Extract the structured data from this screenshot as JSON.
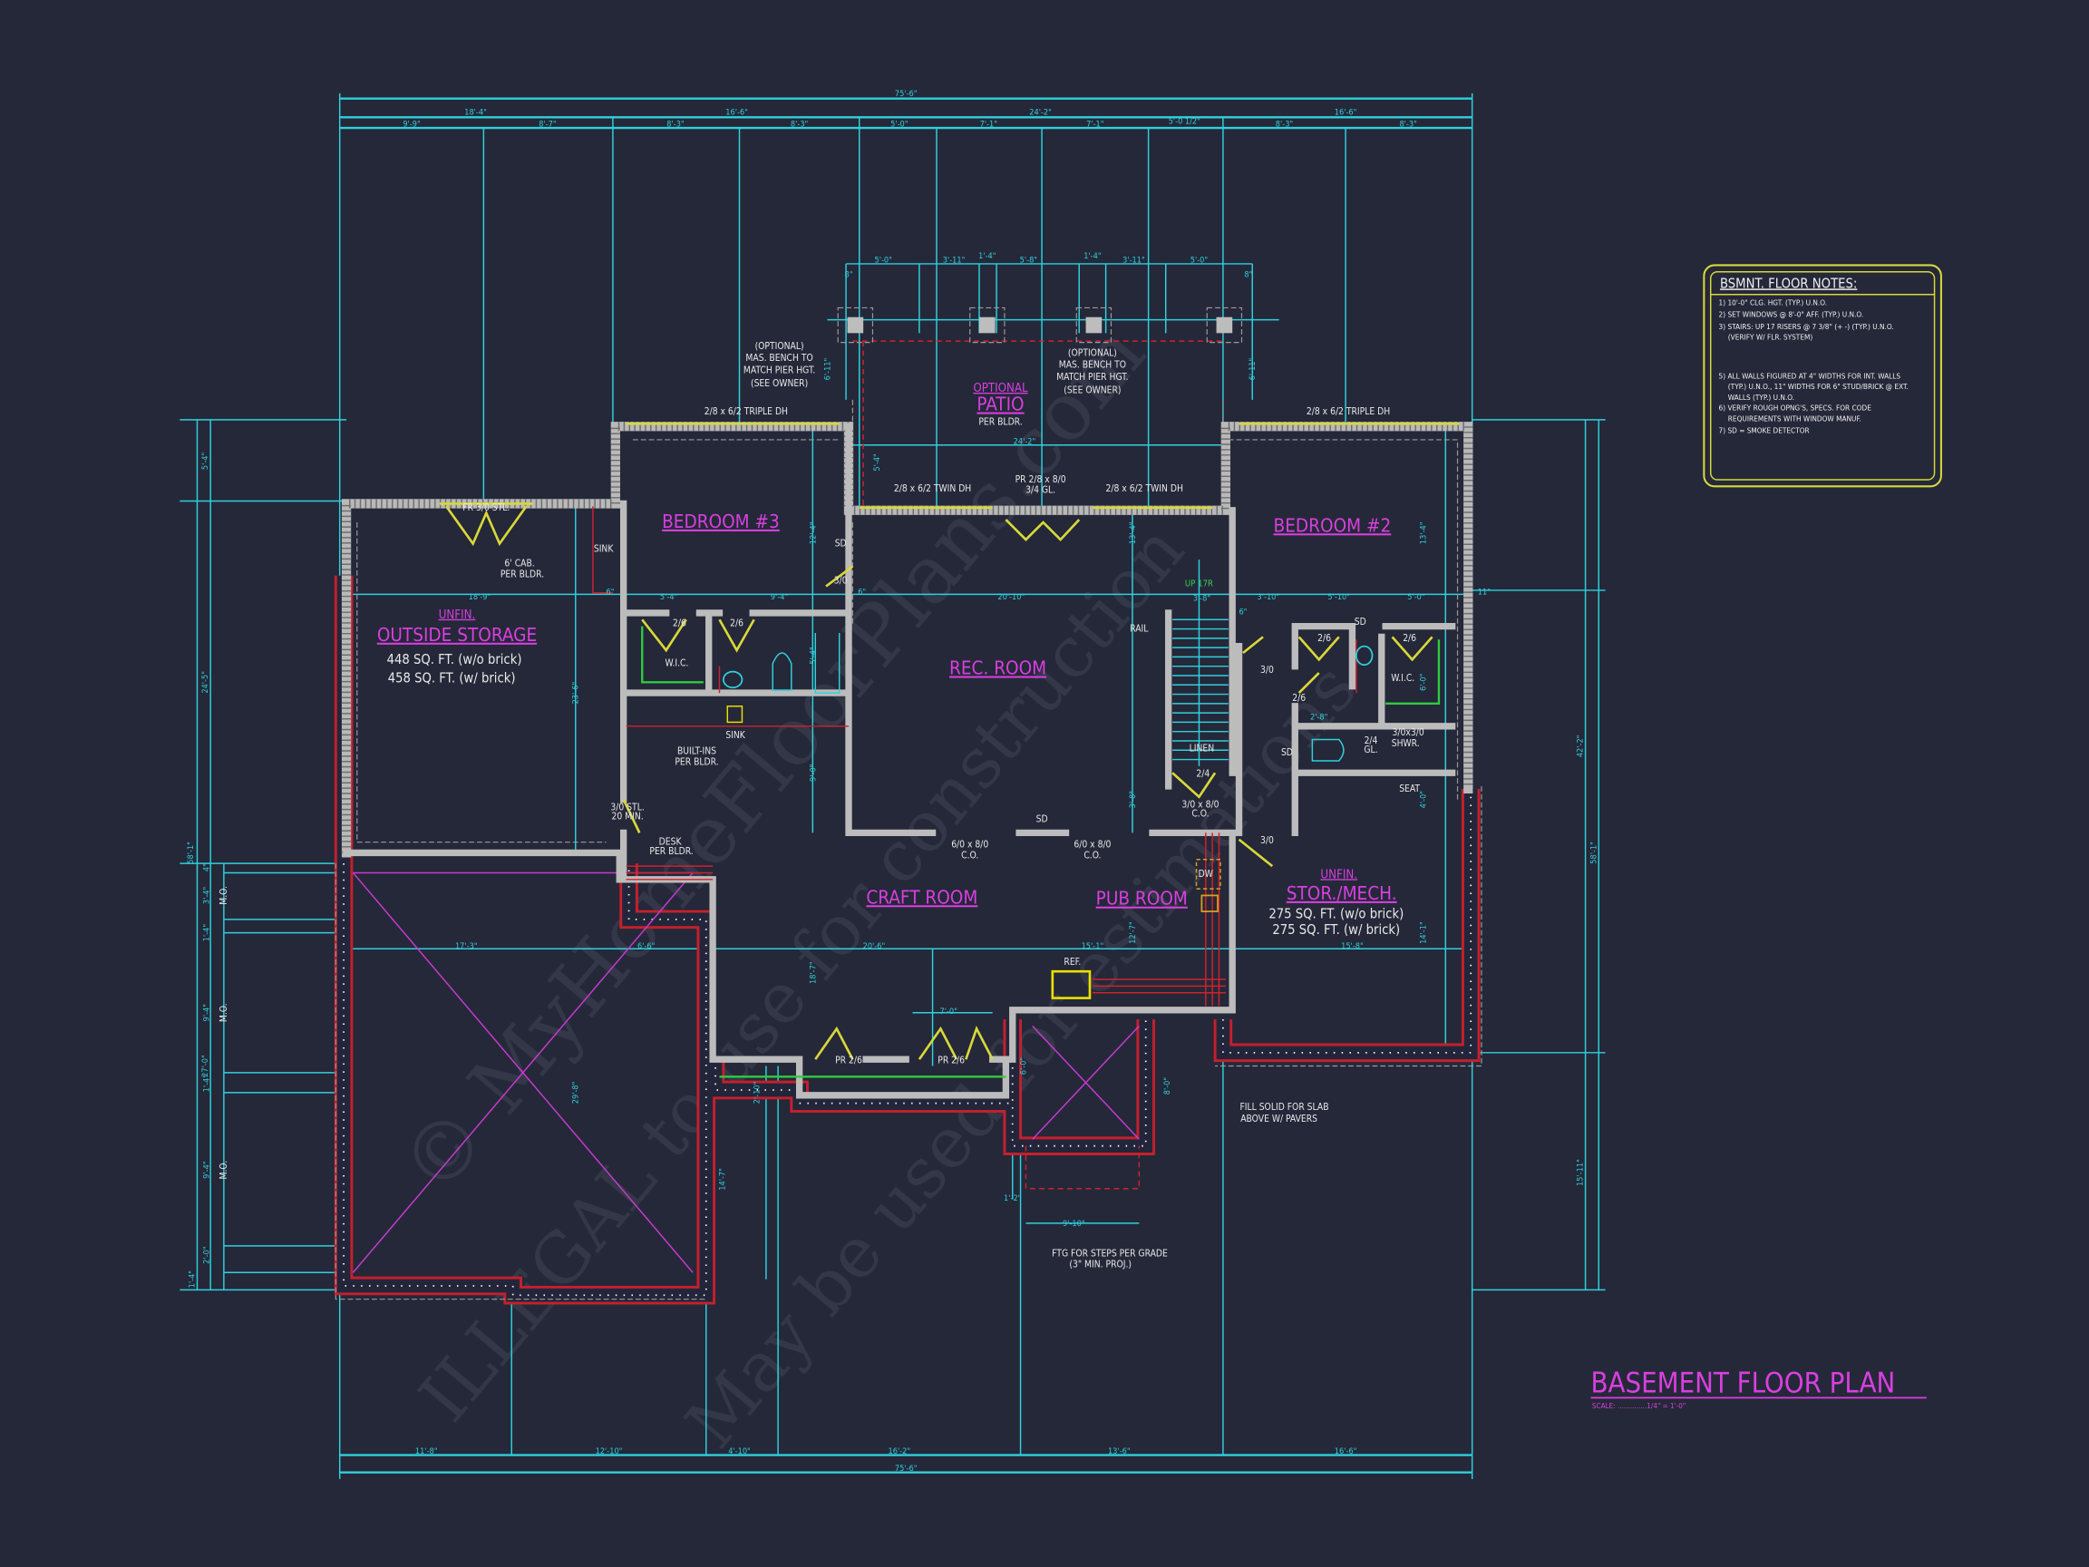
{
  "title": {
    "text": "BASEMENT FLOOR PLAN",
    "scale": "SCALE: ..............1/4\" = 1'-0\""
  },
  "notes": {
    "heading": "BSMNT. FLOOR NOTES:",
    "lines": [
      "1) 10'-0\"  CLG. HGT. (TYP.) U.N.O.",
      "2) SET WINDOWS @ 8'-0\" AFF. (TYP.) U.N.O.",
      "3) STAIRS: UP 17 RISERS @ 7 3/8\" (+ -)  (TYP.) U.N.O.",
      "(VERIFY W/ FLR. SYSTEM)",
      "5) ALL WALLS FIGURED AT 4\" WIDTHS FOR INT. WALLS",
      "(TYP.) U.N.O., 11\" WIDTHS FOR 6\" STUD/BRICK @ EXT.",
      "WALLS (TYP.) U.N.O.",
      "6) VERIFY ROUGH OPNG'S, SPECS. FOR CODE",
      "REQUIREMENTS WITH WINDOW MANUF.",
      "7) SD = SMOKE DETECTOR"
    ]
  },
  "rooms": {
    "bedroom3": "BEDROOM #3",
    "bedroom2": "BEDROOM #2",
    "rec": "REC. ROOM",
    "craft": "CRAFT ROOM",
    "pub": "PUB ROOM",
    "storage_unfin": "UNFIN.",
    "storage": "OUTSIDE STORAGE",
    "storage_sf1": "448 SQ. FT. (w/o brick)",
    "storage_sf2": "458 SQ. FT. (w/ brick)",
    "mech_unfin": "UNFIN.",
    "mech": "STOR./MECH.",
    "mech_sf1": "275 SQ. FT. (w/o brick)",
    "mech_sf2": "275 SQ. FT. (w/ brick)",
    "patio1": "OPTIONAL",
    "patio2": "PATIO",
    "patio3": "PER BLDR.",
    "linen": "LINEN",
    "wic1": "W.I.C.",
    "wic2": "W.I.C.",
    "stairs": "UP 17R"
  },
  "labels": {
    "triple_dh_l": "2/8 x 6/2 TRIPLE DH",
    "triple_dh_r": "2/8 x 6/2 TRIPLE DH",
    "twin_dh_l": "2/8 x 6/2 TWIN DH",
    "twin_dh_r": "2/8 x 6/2 TWIN DH",
    "pr_door1": "PR 2/8 x 8/0",
    "pr_door2": "3/4 GL.",
    "fr_stl": "FR 3/0 STL.",
    "sink1": "SINK",
    "cab1": "6' CAB.",
    "cab2": "PER BLDR.",
    "bench_l": [
      "(OPTIONAL)",
      "MAS. BENCH TO",
      "MATCH PIER HGT.",
      "(SEE OWNER)"
    ],
    "bench_r": [
      "(OPTIONAL)",
      "MAS. BENCH TO",
      "MATCH PIER HGT.",
      "(SEE OWNER)"
    ],
    "d26a": "2/6",
    "d26b": "2/6",
    "d26c": "2/6",
    "d26d": "2/6",
    "d26e": "2/6",
    "sink2": "SINK",
    "builtins1": "BUILT-INS",
    "builtins2": "PER BLDR.",
    "stl1": "3/0 STL.",
    "stl2": "20 MIN.",
    "desk1": "DESK",
    "desk2": "PER BLDR.",
    "d30a": "3/0",
    "d30b": "3/0",
    "d30c": "3/0",
    "sd1": "SD",
    "sd2": "SD",
    "sd3": "SD",
    "sd4": "SD",
    "rail": "RAIL",
    "d24": "2/4",
    "d24gl1": "2/4",
    "d24gl2": "GL.",
    "shwr1": "3/0x3/0",
    "shwr2": "SHWR.",
    "co1a": "3/0 x 8/0",
    "co1b": "C.O.",
    "co2a": "6/0 x 8/0",
    "co2b": "C.O.",
    "co3a": "6/0 x 8/0",
    "co3b": "C.O.",
    "seat": "SEAT",
    "dw": "DW",
    "ref": "REF.",
    "pr26a": "PR 2/6",
    "pr26b": "PR 2/6",
    "fill1": "FILL SOLID FOR SLAB",
    "fill2": "ABOVE W/ PAVERS",
    "ftg1": "FTG FOR STEPS PER GRADE",
    "ftg2": "(3\" MIN. PROJ.)",
    "mo1": "M.O.",
    "mo2": "M.O.",
    "mo3": "M.O."
  },
  "dims": {
    "top_overall": "75'-6\"",
    "top_row2": [
      "18'-4\"",
      "16'-6\"",
      "24'-2\"",
      "16'-6\""
    ],
    "top_row3": [
      "9'-9\"",
      "8'-7\"",
      "8'-3\"",
      "8'-3\"",
      "5'-0\"",
      "7'-1\"",
      "7'-1\"",
      "5'-0 1/2\"",
      "8'-3\"",
      "8'-3\""
    ],
    "patio": [
      "5'-0\"",
      "3'-11\"",
      "1'-4\"",
      "5'-8\"",
      "1'-4\"",
      "3'-11\"",
      "5'-0\"",
      "8\"",
      "8\"",
      "6'-11\"",
      "6'-11\"",
      "24'-2\"",
      "5'-4\""
    ],
    "mid_row": [
      "18'-9\"",
      "6\"",
      "5'-4\"",
      "9'-4\"",
      "20'-10\"",
      "3'-8\"",
      "3'-10\"",
      "5'-10\"",
      "5'-0\"",
      "11\"",
      "6\"",
      "6\""
    ],
    "lower_row": [
      "17'-3\"",
      "6'-6\"",
      "20'-6\"",
      "15'-1\"",
      "15'-8\"",
      "7'-0\"",
      "9'-10\"",
      "1'-2\"",
      "2'-8\"",
      "2'-10\""
    ],
    "vert": [
      "23'-6\"",
      "12'-4\"",
      "9'-0\"",
      "5'-4\"",
      "13'-4\"",
      "13'-4\"",
      "14'-1\"",
      "18'-7\"",
      "12'-7\"",
      "6'-0\"",
      "8'-0\"",
      "3'-8\"",
      "6'-0\"",
      "4'-0\"",
      "29'-8\"",
      "14'-7\""
    ],
    "left": [
      "58'-1\"",
      "5'-4\"",
      "24'-5\"",
      "27'-0\"",
      "4\"",
      "3'-4\"",
      "1'-4\"",
      "9'-4\"",
      "1'-4\"",
      "9'-4\"",
      "2'-0\"",
      "1'-4\""
    ],
    "right": [
      "58'-1\"",
      "42'-2\"",
      "15'-11\""
    ],
    "bottom_row": [
      "11'-8\"",
      "12'-10\"",
      "4'-10\"",
      "16'-2\"",
      "13'-6\"",
      "16'-6\""
    ],
    "bottom_overall": "75'-6\""
  },
  "watermark": [
    "© MyHomeFloorPlans.com",
    "ILLEGAL to use for construction",
    "May be used for estimations"
  ],
  "colors": {
    "background": "#252839",
    "dimension": "#2fd0dc",
    "room_label": "#d93fe0",
    "door": "#d8d83a",
    "foundation": "#c4202c"
  }
}
